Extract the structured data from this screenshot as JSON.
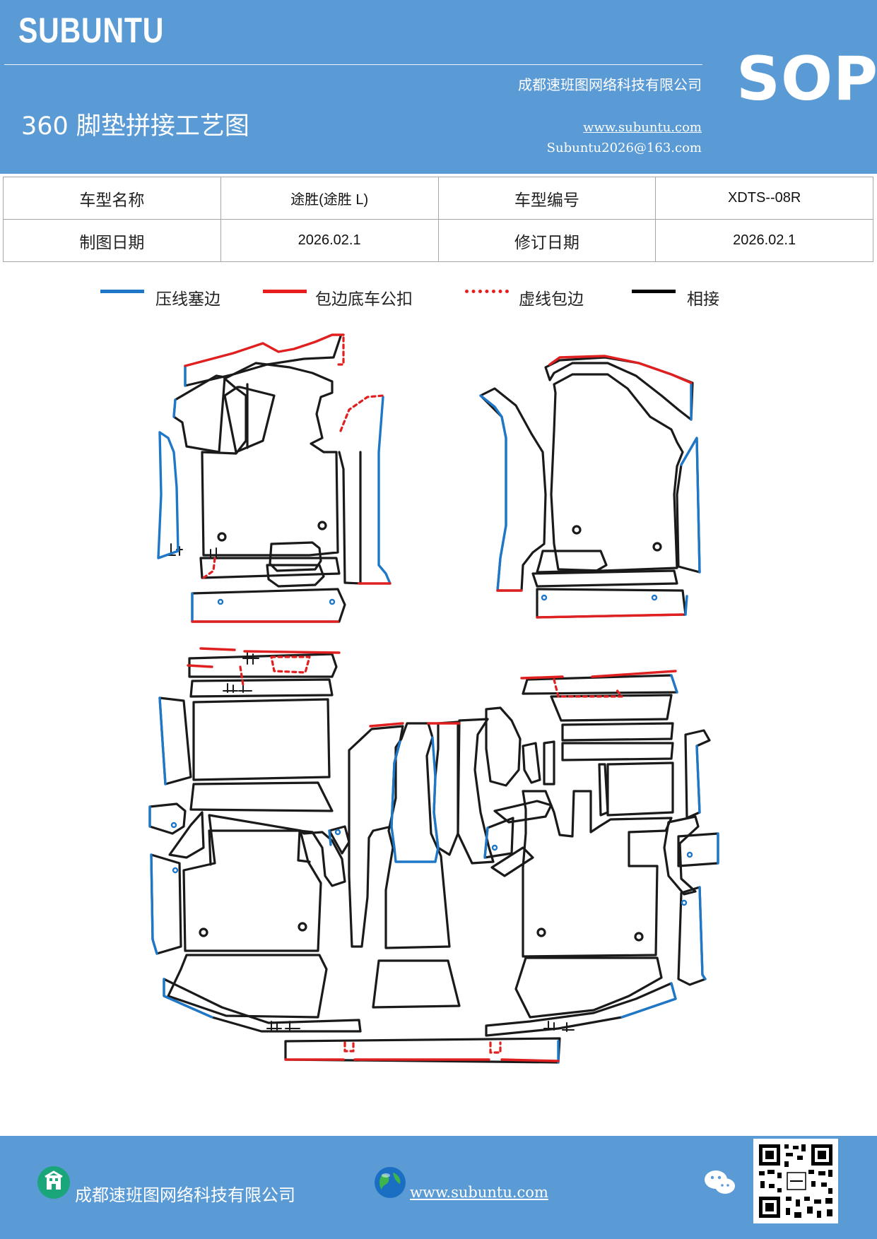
{
  "header": {
    "brand": "SUBUNTU",
    "company": "成都速班图网络科技有限公司",
    "title": "360 脚垫拼接工艺图",
    "website": "www.subuntu.com",
    "email": "Subuntu2026@163.com",
    "badge": "SOP"
  },
  "info_table": {
    "model_name_label": "车型名称",
    "model_name_value": "途胜(途胜 L)",
    "model_code_label": "车型编号",
    "model_code_value": "XDTS--08R",
    "draw_date_label": "制图日期",
    "draw_date_value": "2026.02.1",
    "revise_date_label": "修订日期",
    "revise_date_value": "2026.02.1"
  },
  "legend": [
    {
      "label": "压线塞边",
      "color": "#1f77c8",
      "style": "solid"
    },
    {
      "label": "包边底车公扣",
      "color": "#e81e1e",
      "style": "solid"
    },
    {
      "label": "虚线包边",
      "color": "#e81e1e",
      "style": "dotted"
    },
    {
      "label": "相接",
      "color": "#000000",
      "style": "solid"
    }
  ],
  "footer": {
    "company": "成都速班图网络科技有限公司",
    "website": "www.subuntu.com",
    "icons": [
      "building-icon",
      "globe-icon",
      "wechat-icon",
      "qr-code"
    ]
  }
}
